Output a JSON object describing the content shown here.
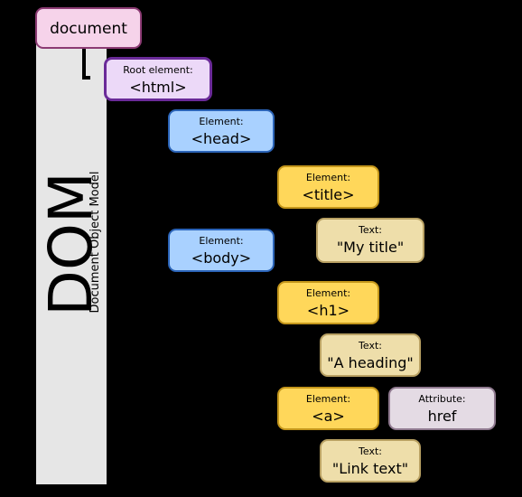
{
  "diagram": {
    "main_title": "DOM",
    "subtitle": "Document Object Model"
  },
  "nodes": {
    "document": {
      "value": "document"
    },
    "html": {
      "label": "Root element:",
      "value": "<html>"
    },
    "head": {
      "label": "Element:",
      "value": "<head>"
    },
    "title": {
      "label": "Element:",
      "value": "<title>"
    },
    "title_text": {
      "label": "Text:",
      "value": "\"My title\""
    },
    "body": {
      "label": "Element:",
      "value": "<body>"
    },
    "h1": {
      "label": "Element:",
      "value": "<h1>"
    },
    "h1_text": {
      "label": "Text:",
      "value": "\"A heading\""
    },
    "a": {
      "label": "Element:",
      "value": "<a>"
    },
    "a_attr": {
      "label": "Attribute:",
      "value": "href"
    },
    "a_text": {
      "label": "Text:",
      "value": "\"Link text\""
    }
  },
  "colors": {
    "background": "#000000",
    "band": "#e6e6e6",
    "document_fill": "#f6d3ea",
    "root_fill": "#ecd9f8",
    "element_blue": "#a9d1ff",
    "element_yellow": "#ffd75a",
    "text_fill": "#eedeaa",
    "attribute_fill": "#e4dbe4"
  }
}
